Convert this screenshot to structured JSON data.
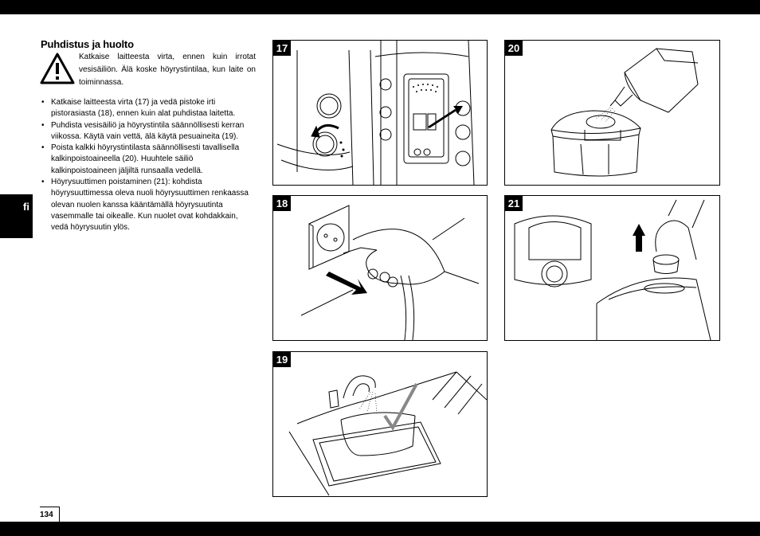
{
  "language_tab": "fi",
  "heading": "Puhdistus ja huolto",
  "warning_text": "Katkaise laitteesta virta, ennen kuin irrotat vesisäiliön. Älä koske höyrystintilaa, kun laite on toiminnassa.",
  "bullets": [
    "Katkaise laitteesta virta (17) ja vedä pistoke irti pistorasiasta (18), ennen kuin alat puhdistaa laitetta.",
    "Puhdista vesisäiliö ja höyrystintila säännöllisesti kerran viikossa. Käytä vain vettä, älä käytä pesuaineita (19).",
    "Poista kalkki höyrystintilasta säännöllisesti tavallisella kalkinpoistoaineella (20). Huuhtele säiliö kalkinpoistoaineen jäljiltä runsaalla vedellä.",
    "Höyrysuuttimen poistaminen (21): kohdista höyrysuuttimessa oleva nuoli höyrysuuttimen renkaassa olevan nuolen kanssa kääntämällä höyrysuutinta vasemmalle tai oikealle. Kun nuolet ovat kohdakkain, vedä höyrysuutin ylös."
  ],
  "figures": {
    "fig17": "17",
    "fig18": "18",
    "fig19": "19",
    "fig20": "20",
    "fig21": "21"
  },
  "page_number": "134"
}
